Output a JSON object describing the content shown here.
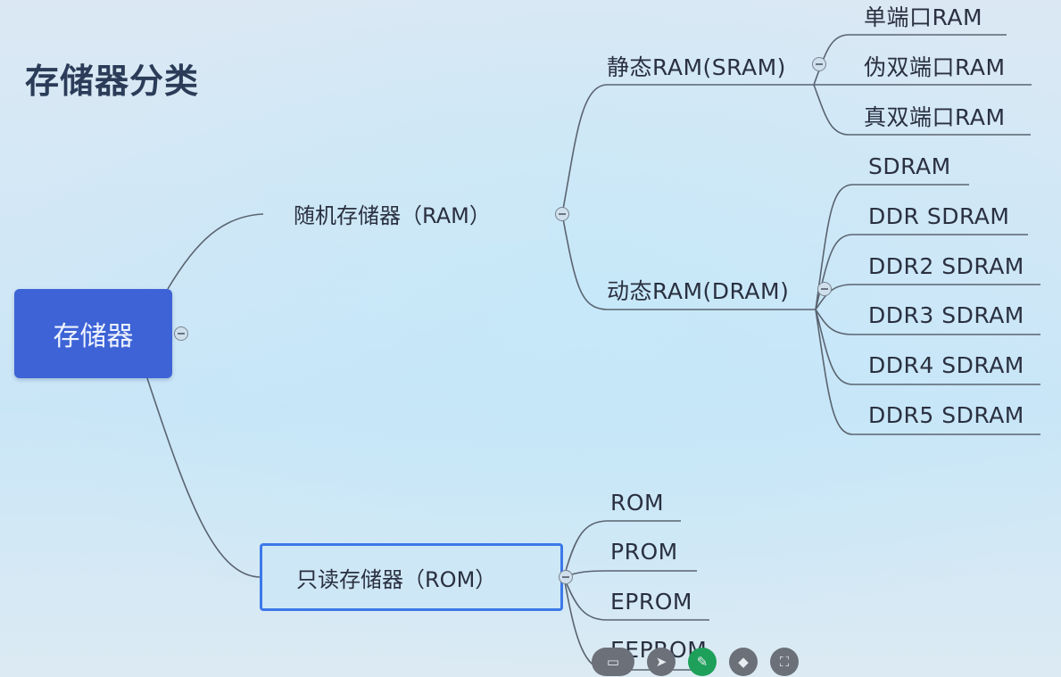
{
  "title": "存储器分类",
  "root": {
    "label": "存储器"
  },
  "ram": {
    "label": "随机存储器（RAM）",
    "sram": {
      "label": "静态RAM(SRAM)",
      "children": [
        "单端口RAM",
        "伪双端口RAM",
        "真双端口RAM"
      ]
    },
    "dram": {
      "label": "动态RAM(DRAM)",
      "children": [
        "SDRAM",
        "DDR SDRAM",
        "DDR2 SDRAM",
        "DDR3 SDRAM",
        "DDR4 SDRAM",
        "DDR5 SDRAM"
      ]
    }
  },
  "rom": {
    "label": "只读存储器（ROM）",
    "children": [
      "ROM",
      "PROM",
      "EPROM",
      "EEPROM"
    ]
  },
  "toolbar": {
    "icons": [
      "screen-icon",
      "pointer-icon",
      "pen-icon",
      "eraser-icon",
      "fullscreen-icon"
    ],
    "glyphs": [
      "▭",
      "➤",
      "✎",
      "◆",
      "⛶"
    ]
  },
  "colors": {
    "root_fill": "#3d63d6",
    "selection_border": "#3c78e8",
    "line": "#5a6470",
    "active_tool": "#1ea05a"
  }
}
